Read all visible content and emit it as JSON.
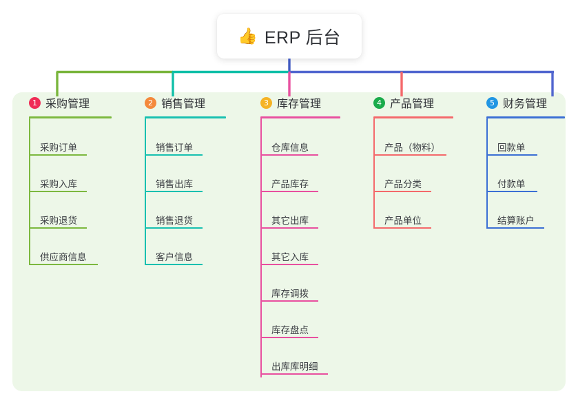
{
  "root": {
    "icon": "thumbs-up-icon",
    "emoji": "👍",
    "title": "ERP 后台"
  },
  "palette": {
    "panel_bg": "#edf7e8",
    "page_bg": "#ffffff",
    "root_stem": "#4059c0",
    "trunk_left": "#79b53c",
    "trunk_mid": "#0fbfa8",
    "trunk_right": "#5166cf",
    "text": "#2f3136"
  },
  "columns": [
    {
      "index": "1",
      "title": "采购管理",
      "badge_color": "#ef2d56",
      "line_color": "#7cb83f",
      "items": [
        {
          "label": "采购订单"
        },
        {
          "label": "采购入库"
        },
        {
          "label": "采购退货"
        },
        {
          "label": "供应商信息"
        }
      ]
    },
    {
      "index": "2",
      "title": "销售管理",
      "badge_color": "#f4893c",
      "line_color": "#18c0b0",
      "items": [
        {
          "label": "销售订单"
        },
        {
          "label": "销售出库"
        },
        {
          "label": "销售退货"
        },
        {
          "label": "客户信息"
        }
      ]
    },
    {
      "index": "3",
      "title": "库存管理",
      "badge_color": "#f5b324",
      "line_color": "#e8509f",
      "items": [
        {
          "label": "仓库信息"
        },
        {
          "label": "产品库存"
        },
        {
          "label": "其它出库"
        },
        {
          "label": "其它入库"
        },
        {
          "label": "库存调拨"
        },
        {
          "label": "库存盘点"
        },
        {
          "label": "出库库明细"
        }
      ]
    },
    {
      "index": "4",
      "title": "产品管理",
      "badge_color": "#1aab4b",
      "line_color": "#f4696b",
      "items": [
        {
          "label": "产品（物料）"
        },
        {
          "label": "产品分类"
        },
        {
          "label": "产品单位"
        }
      ]
    },
    {
      "index": "5",
      "title": "财务管理",
      "badge_color": "#2196e3",
      "line_color": "#3b6fd4",
      "items": [
        {
          "label": "回款单"
        },
        {
          "label": "付款单"
        },
        {
          "label": "结算账户"
        }
      ]
    }
  ]
}
